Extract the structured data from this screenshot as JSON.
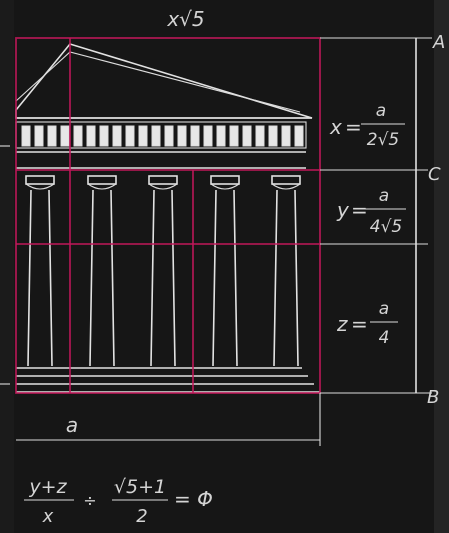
{
  "top_label": "x√5",
  "side_points": {
    "a": "A",
    "c": "C",
    "b": "B"
  },
  "equations": {
    "x": {
      "lhs": "x",
      "num": "a",
      "den": "2√5"
    },
    "y": {
      "lhs": "y",
      "num": "a",
      "den": "4√5"
    },
    "z": {
      "lhs": "z",
      "num": "a",
      "den": "4"
    }
  },
  "base_label": "a",
  "ratio": {
    "left_num": "y+z",
    "left_den": "x",
    "sep": "÷",
    "right_num": "√5+1",
    "right_den": "2",
    "rhs": "= Φ"
  },
  "colors": {
    "background": "#1b1b1b",
    "ink": "#e2e2e2",
    "grid": "#c2185b",
    "panel": "#ffffff"
  }
}
